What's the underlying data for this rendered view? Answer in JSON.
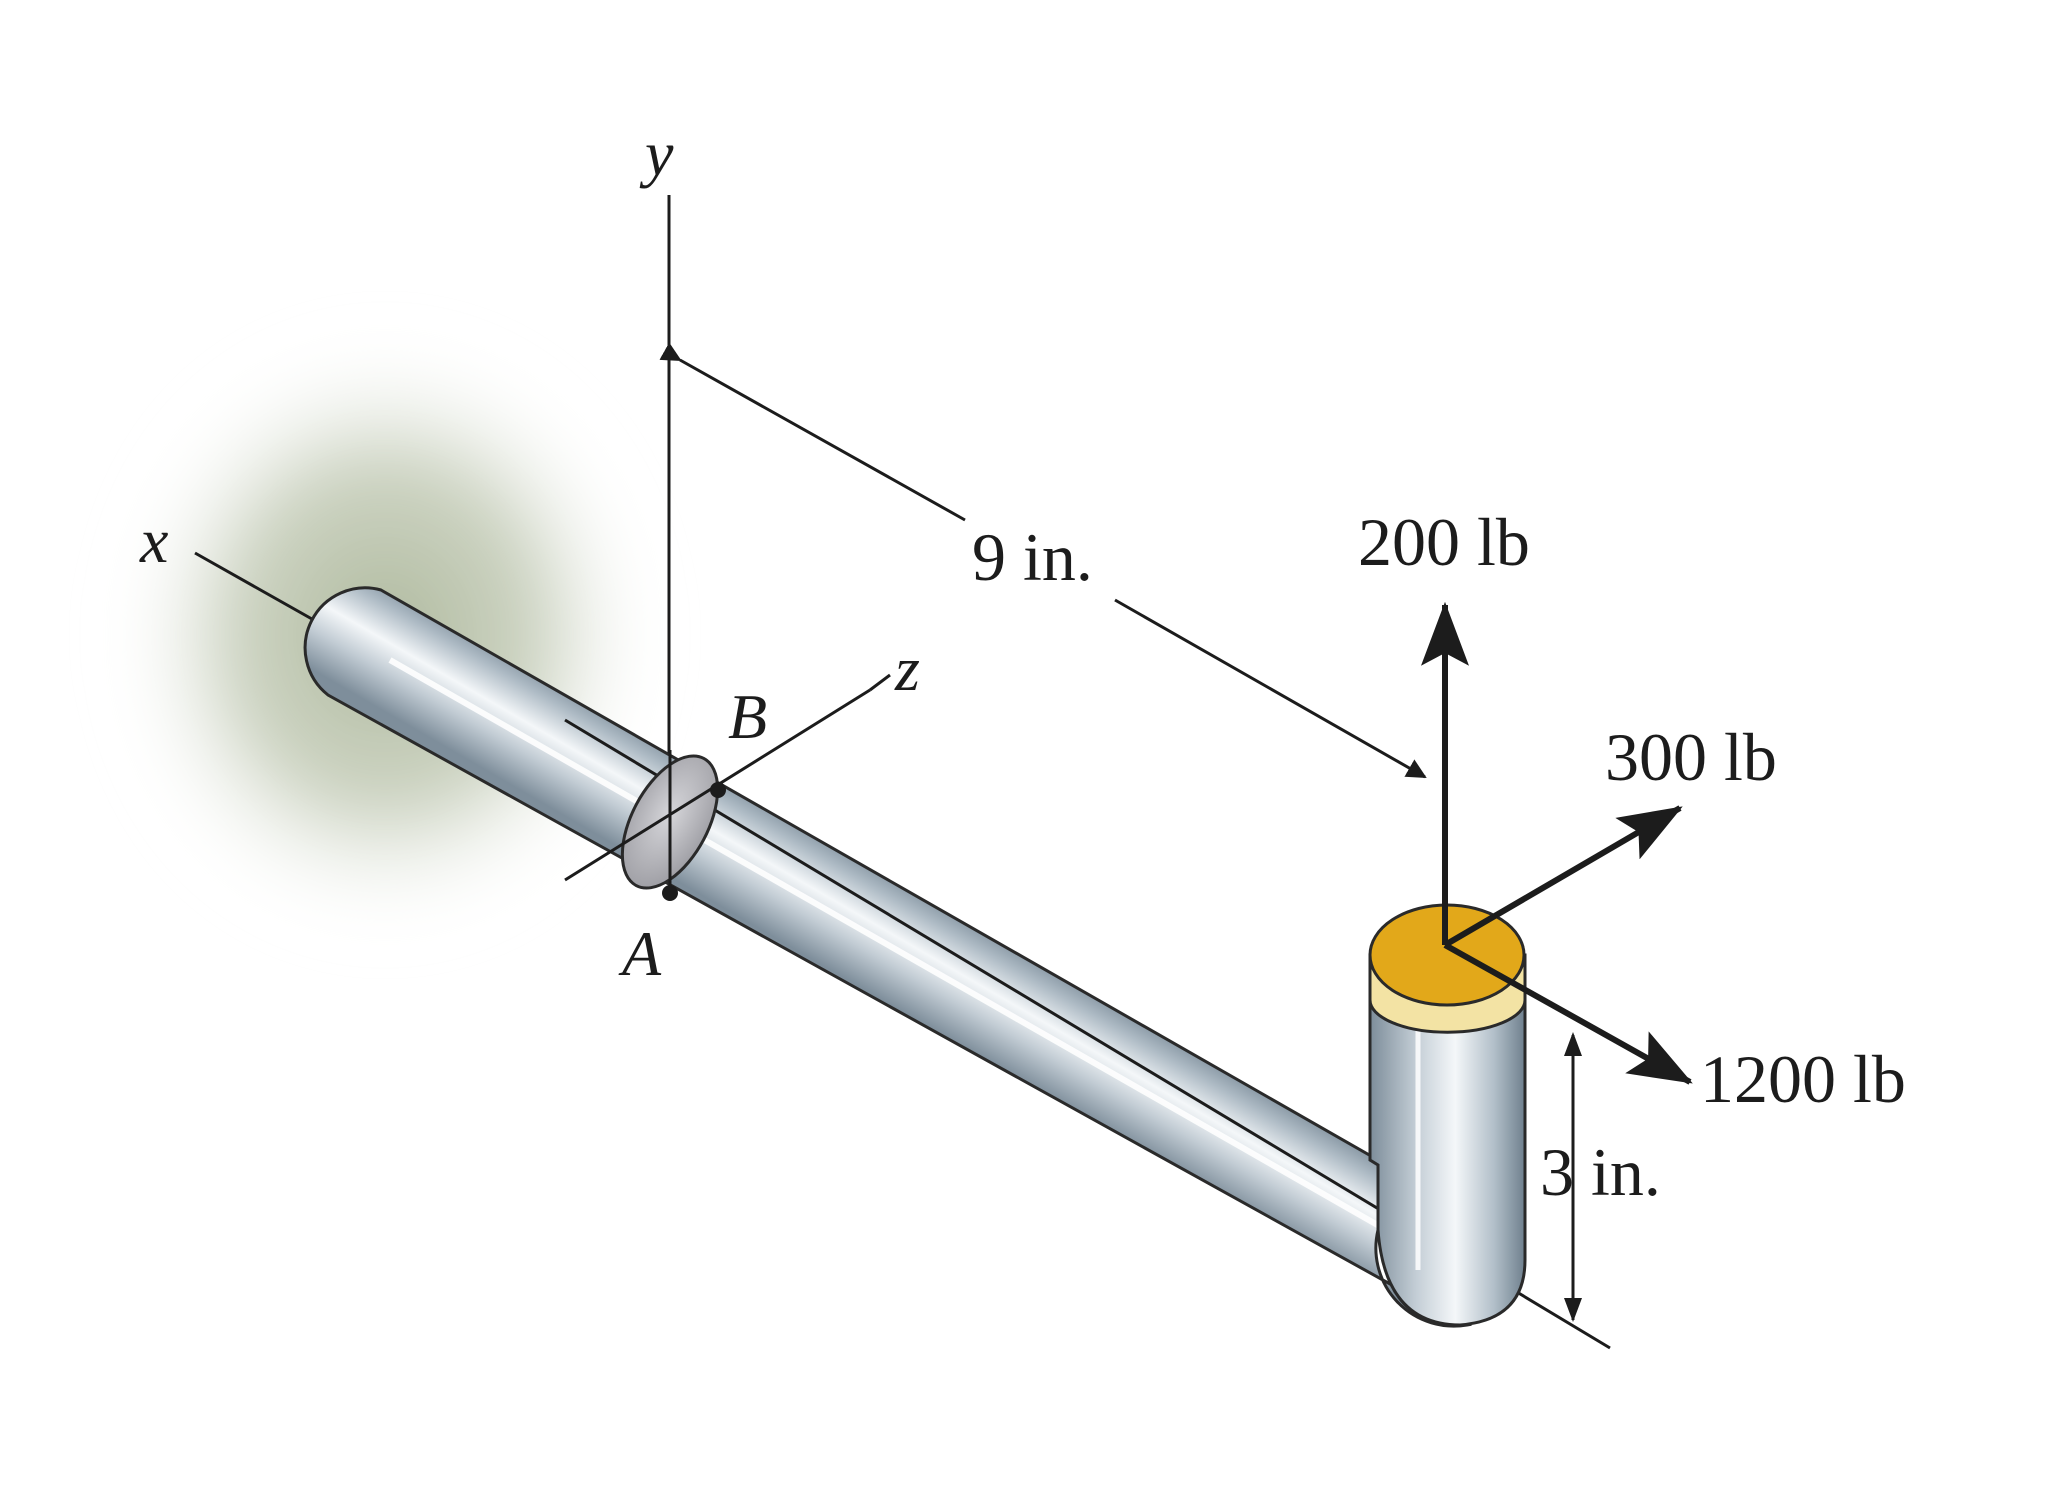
{
  "labels": {
    "axis_x": "x",
    "axis_y": "y",
    "axis_z": "z",
    "point_a": "A",
    "point_b": "B"
  },
  "dimensions": {
    "length": "9 in.",
    "height": "3 in."
  },
  "forces": {
    "vertical": "200 lb",
    "lateral": "300 lb",
    "axial": "1200 lb"
  },
  "colors": {
    "pipe_dark": "#6e7f8d",
    "pipe_mid": "#b7c3cc",
    "pipe_highlight": "#f4f7f9",
    "cap_top": "#e2a81a",
    "cap_band": "#f3e3a4",
    "wall_shadow": "#a9b497",
    "section_fill": "#b8b8bc"
  }
}
